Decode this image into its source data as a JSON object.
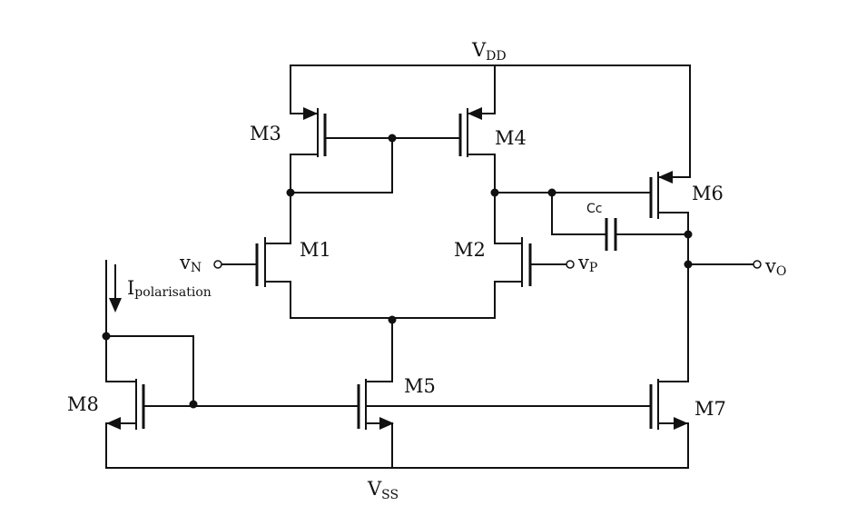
{
  "rails": {
    "vdd": {
      "main": "V",
      "sub": "DD"
    },
    "vss": {
      "main": "V",
      "sub": "SS"
    }
  },
  "transistors": {
    "m1": "M1",
    "m2": "M2",
    "m3": "M3",
    "m4": "M4",
    "m5": "M5",
    "m6": "M6",
    "m7": "M7",
    "m8": "M8"
  },
  "capacitor": "Cc",
  "inputs": {
    "vn": {
      "main": "v",
      "sub": "N"
    },
    "vp": {
      "main": "v",
      "sub": "P"
    }
  },
  "output": {
    "main": "v",
    "sub": "O"
  },
  "bias_current": {
    "main": "I",
    "sub": "polarisation"
  }
}
